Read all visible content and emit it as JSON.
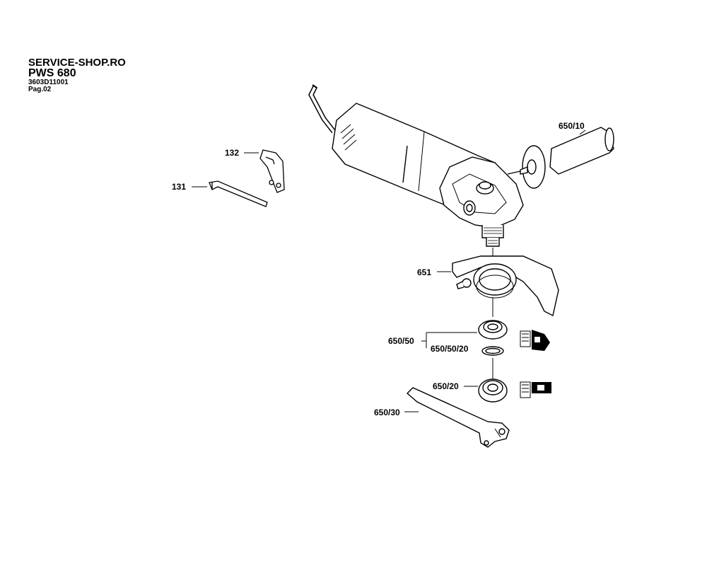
{
  "header": {
    "title": "SERVICE-SHOP.RO",
    "model": "PWS 680",
    "code": "3603D11001",
    "page": "Pag.02"
  },
  "labels": {
    "p132": "132",
    "p131": "131",
    "p650_10": "650/10",
    "p651": "651",
    "p650_50": "650/50",
    "p650_50_20": "650/50/20",
    "p650_20": "650/20",
    "p650_30": "650/30"
  }
}
